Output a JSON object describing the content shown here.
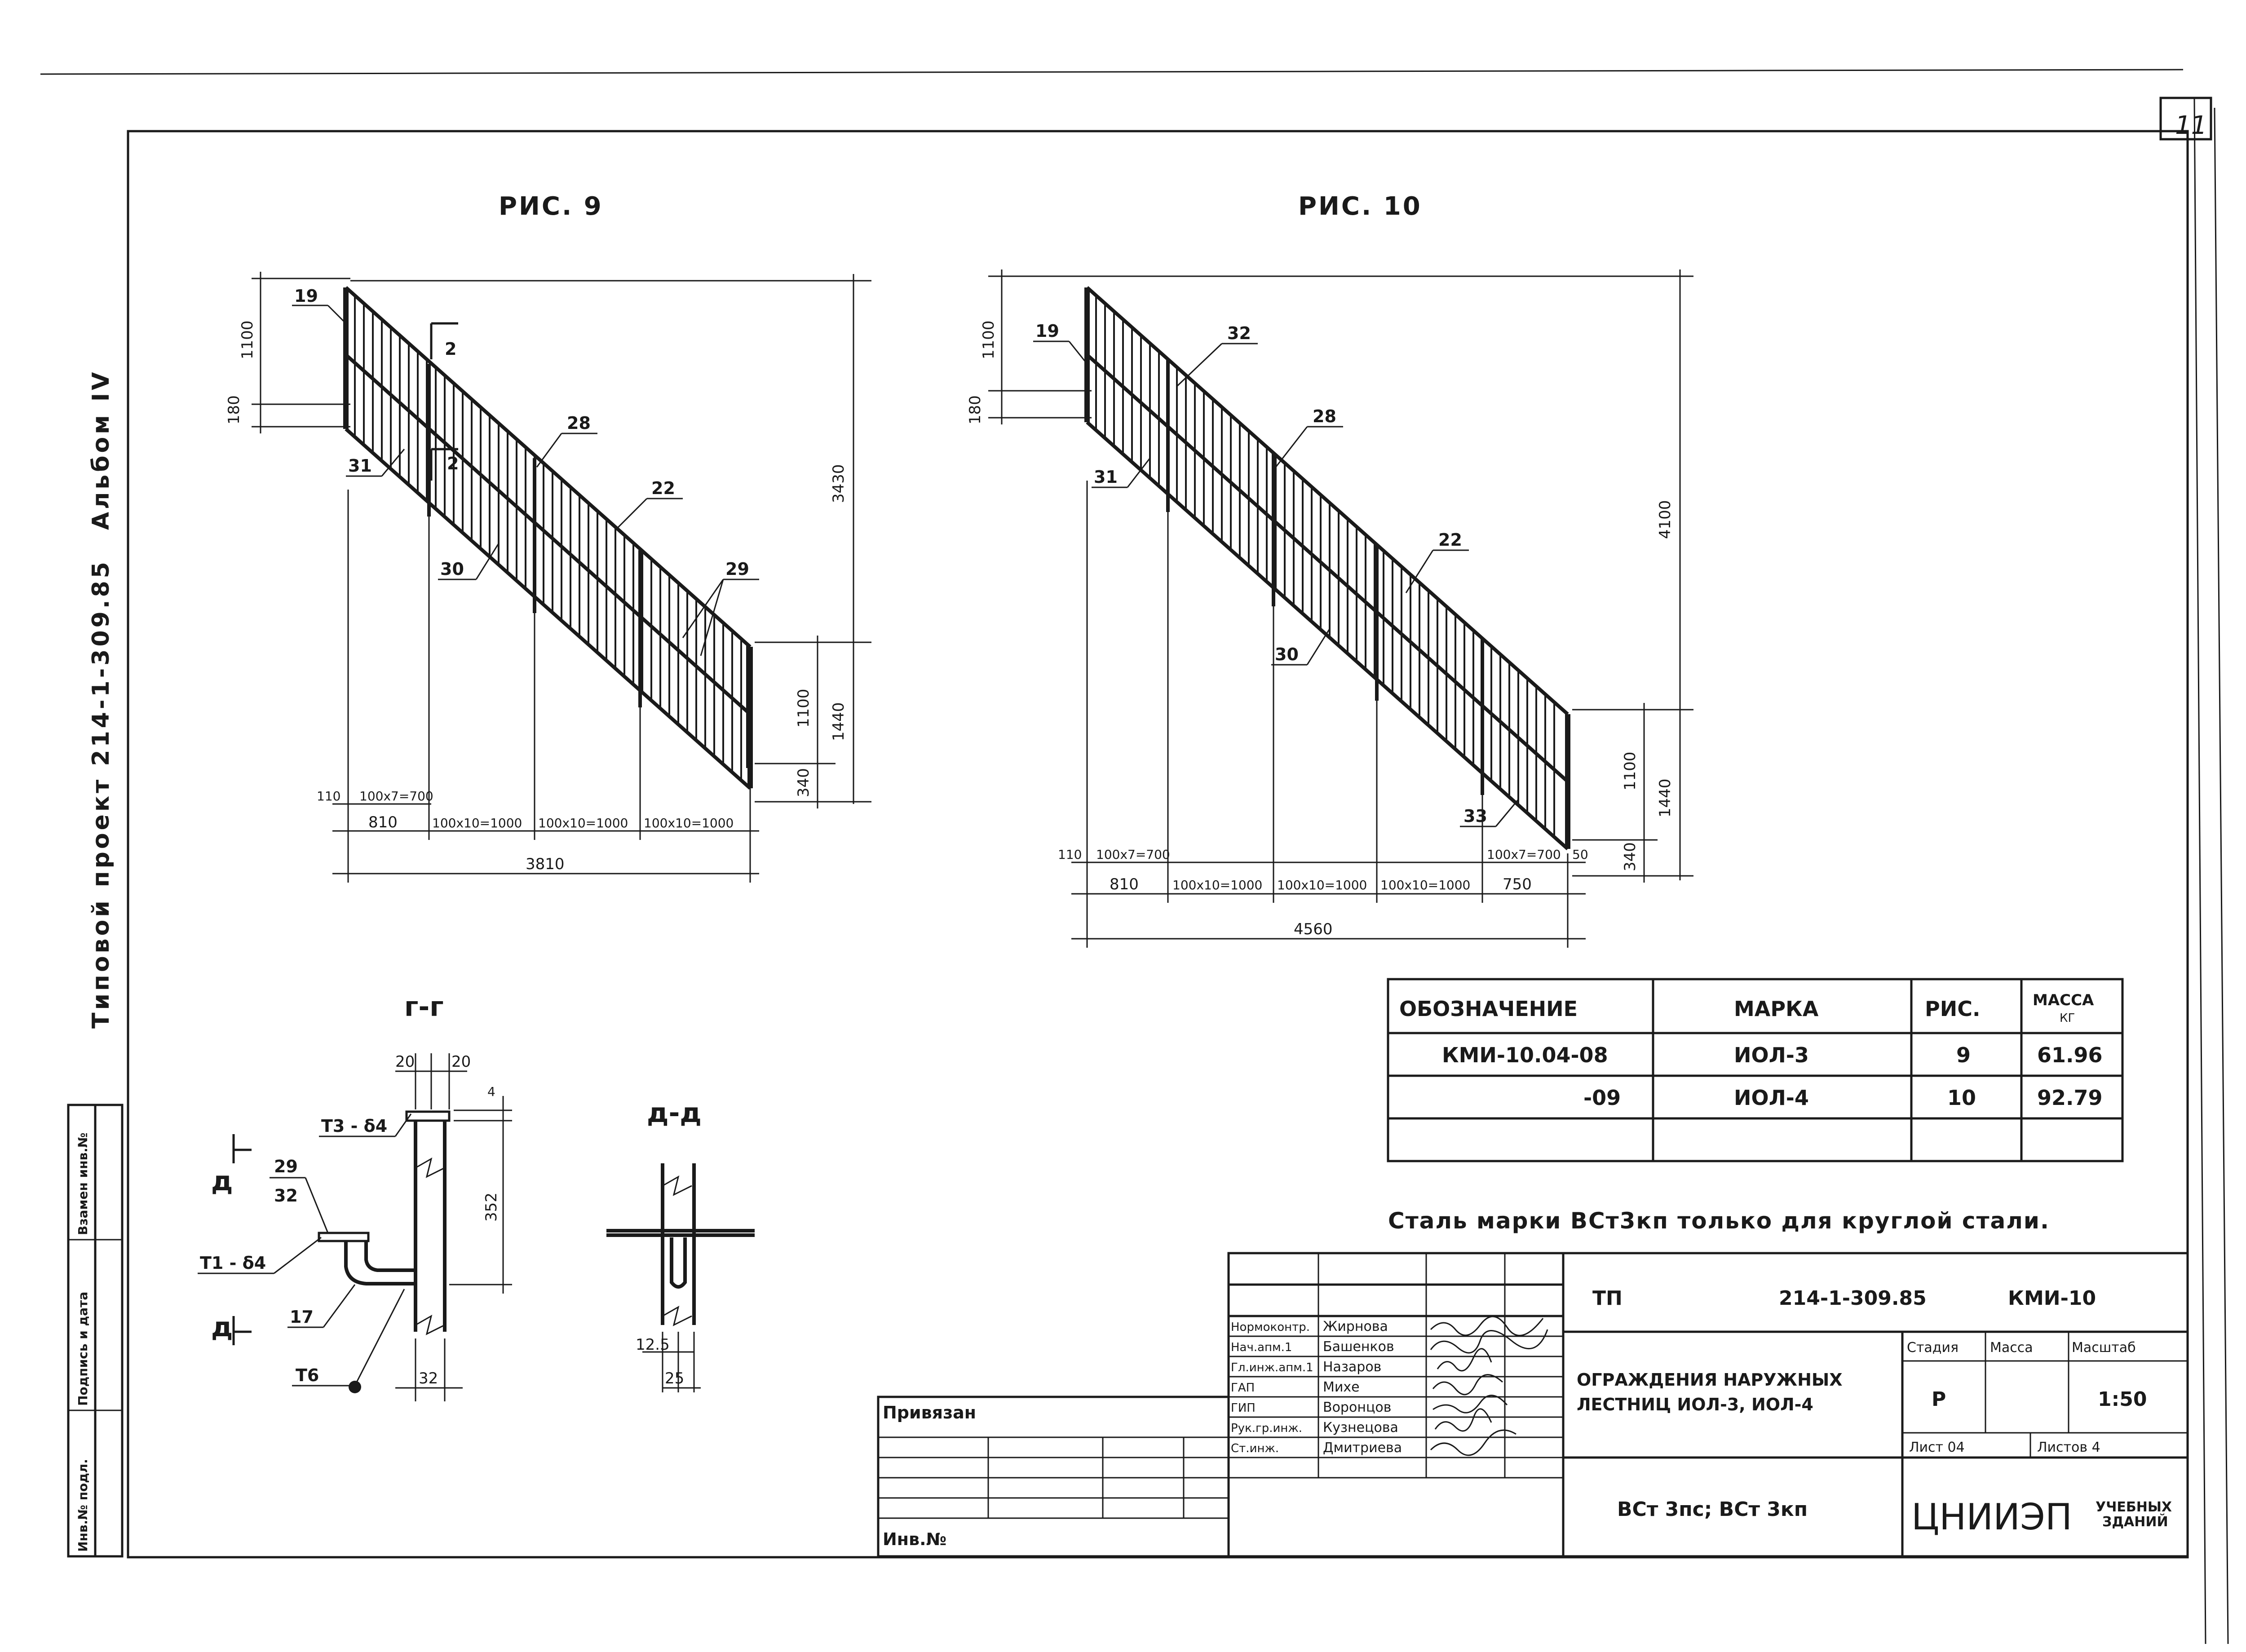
{
  "sheet_number": "11",
  "side_title": {
    "project": "Типовой проект 214-1-309.85",
    "album": "Альбом IV"
  },
  "side_strip": [
    "Инв.№ подл.",
    "Подпись и дата",
    "Взамен инв.№"
  ],
  "fig9": {
    "caption": "РИС. 9",
    "leaders": [
      "19",
      "2",
      "2",
      "28",
      "22",
      "31",
      "30",
      "29"
    ],
    "dims": {
      "h1100": "1100",
      "h180": "180",
      "h3430": "3430",
      "h1100b": "1100",
      "h1440": "1440",
      "h340": "340",
      "d110": "110",
      "d100x7": "100x7=700",
      "d810": "810",
      "d1000a": "100x10=1000",
      "d1000b": "100x10=1000",
      "d1000c": "100x10=1000",
      "d3810": "3810"
    }
  },
  "fig10": {
    "caption": "РИС. 10",
    "leaders": [
      "19",
      "32",
      "28",
      "31",
      "22",
      "30",
      "33"
    ],
    "dims": {
      "h1100": "1100",
      "h180": "180",
      "h4100": "4100",
      "h1100b": "1100",
      "h1440": "1440",
      "h340": "340",
      "d110": "110",
      "d100x7": "100x7=700",
      "d50": "50",
      "d810": "810",
      "d1000a": "100x10=1000",
      "d1000b": "100x10=1000",
      "d1000c": "100x10=1000",
      "d750": "750",
      "d4560": "4560"
    }
  },
  "section_gg": {
    "title": "г-г",
    "dims": {
      "d20a": "20",
      "d20b": "20",
      "d4": "4",
      "d352": "352",
      "d32": "32"
    },
    "labels": {
      "t3": "Т3 - δ4",
      "l29": "29",
      "l32": "32",
      "t1": "Т1 - δ4",
      "l17": "17",
      "t6": "Т6",
      "cut_mark": "д"
    }
  },
  "section_dd": {
    "title": "д-д",
    "dims": {
      "d12_5": "12.5",
      "d25": "25"
    }
  },
  "spec_table": {
    "headers": [
      "ОБОЗНАЧЕНИЕ",
      "МАРКА",
      "РИС.",
      "МАССА"
    ],
    "mass_unit": "КГ",
    "rows": [
      [
        "КМИ-10.04-08",
        "ИОЛ-3",
        "9",
        "61.96"
      ],
      [
        "-09",
        "ИОЛ-4",
        "10",
        "92.79"
      ],
      [
        "",
        "",
        "",
        ""
      ]
    ]
  },
  "note": "Сталь марки ВСт3кп только для круглой стали.",
  "title_block": {
    "tp": "ТП",
    "project_code": "214-1-309.85",
    "doc_code": "КМИ-10",
    "title_line1": "ОГРАЖДЕНИЯ НАРУЖНЫХ",
    "title_line2": "ЛЕСТНИЦ ИОЛ-3, ИОЛ-4",
    "material": "ВСт 3пс; ВСт 3кп",
    "org_main": "ЦНИИЭП",
    "org_sub1": "УЧЕБНЫХ",
    "org_sub2": "ЗДАНИЙ",
    "stage_label": "Стадия",
    "mass_label": "Масса",
    "scale_label": "Масштаб",
    "stage_value": "Р",
    "scale_value": "1:50",
    "sheet_label": "Лист 04",
    "sheets_label": "Листов 4",
    "roles": [
      {
        "role": "Нормоконтр.",
        "name": "Жирнова"
      },
      {
        "role": "Нач.апм.1",
        "name": "Башенков"
      },
      {
        "role": "Гл.инж.апм.1",
        "name": "Назаров"
      },
      {
        "role": "ГАП",
        "name": "Михе"
      },
      {
        "role": "ГИП",
        "name": "Воронцов"
      },
      {
        "role": "Рук.гр.инж.",
        "name": "Кузнецова"
      },
      {
        "role": "Ст.инж.",
        "name": "Дмитриева"
      }
    ],
    "bound_label": "Привязан",
    "inv_label": "Инв.№"
  }
}
